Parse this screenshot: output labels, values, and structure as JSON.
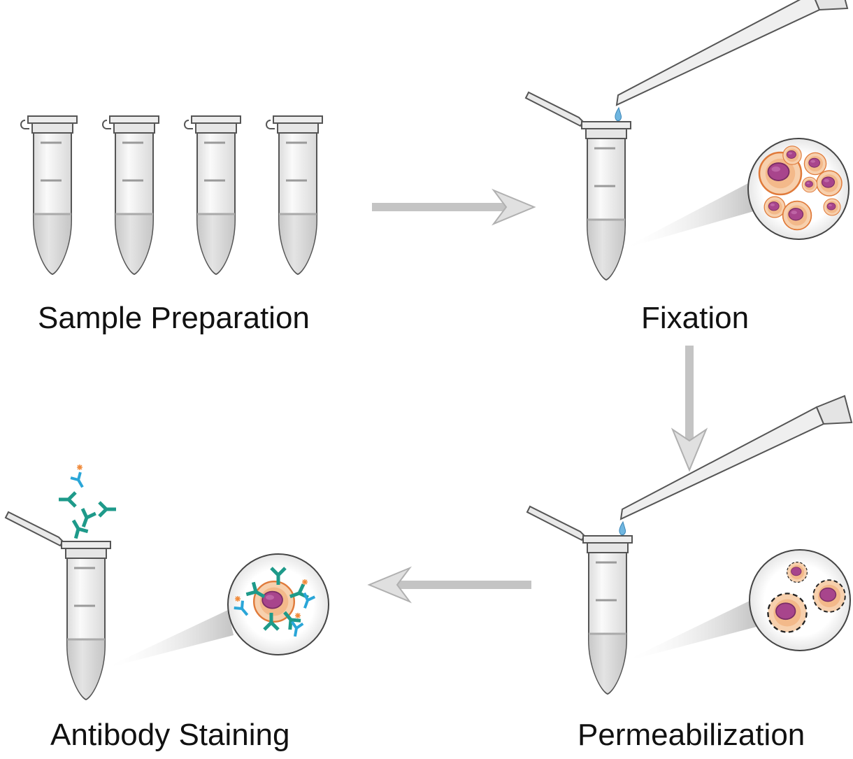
{
  "diagram": {
    "steps": [
      {
        "label": "Sample Preparation"
      },
      {
        "label": "Fixation"
      },
      {
        "label": "Permeabilization"
      },
      {
        "label": "Antibody Staining"
      }
    ]
  },
  "colors": {
    "tube_outline": "#555555",
    "tube_fill": "#f2f2f2",
    "liquid": "#d6d6d6",
    "arrow": "#c4c4c4",
    "cell_outer": "#f5c69a",
    "cell_nucleus": "#a8458c",
    "cell_outline": "#e07a3a",
    "antibody_teal": "#1e9a8a",
    "antibody_blue": "#2aa6d8",
    "fluorophore": "#f08a3a",
    "drop": "#6fb6e0"
  },
  "icons": [
    "microcentrifuge-tube-icon",
    "pipette-icon",
    "magnified-cells-icon",
    "antibody-icon",
    "flow-arrow-icon"
  ]
}
